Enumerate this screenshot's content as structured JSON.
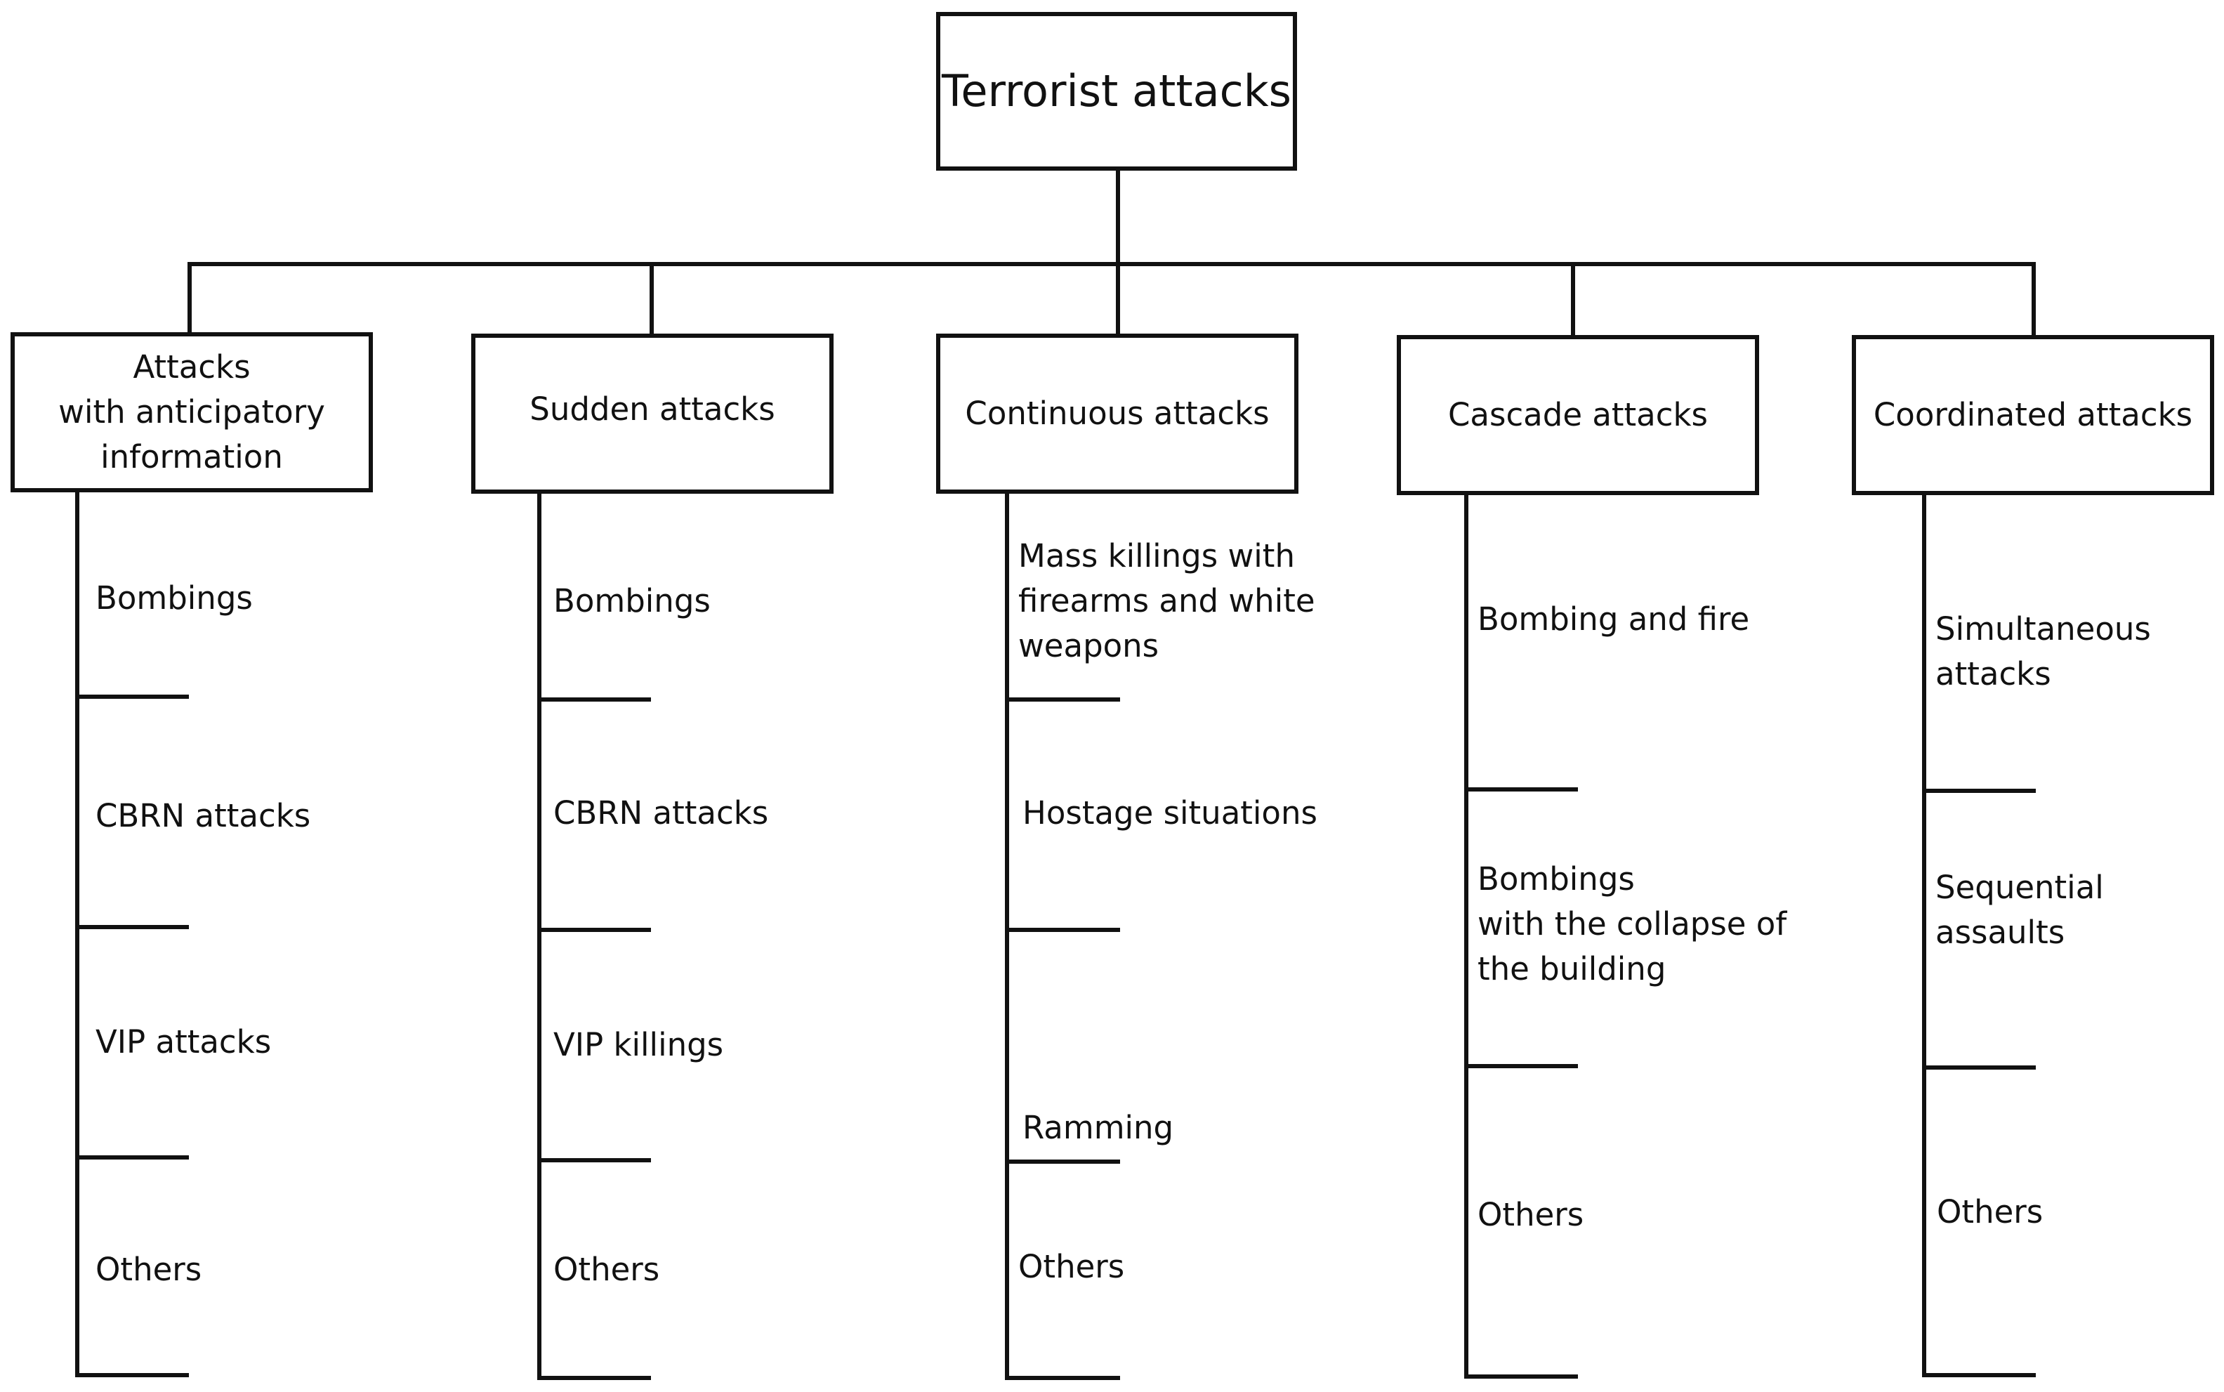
{
  "root": {
    "label": "Terrorist attacks"
  },
  "categories": [
    {
      "label": "Attacks\nwith anticipatory\ninformation",
      "items": [
        "Bombings",
        "CBRN attacks",
        "VIP attacks",
        "Others"
      ]
    },
    {
      "label": "Sudden attacks",
      "items": [
        "Bombings",
        "CBRN attacks",
        "VIP killings",
        "Others"
      ]
    },
    {
      "label": "Continuous  attacks",
      "items": [
        "Mass killings with\nfirearms and white\nweapons",
        "Hostage situations",
        "Ramming",
        "Others"
      ]
    },
    {
      "label": "Cascade attacks",
      "items": [
        "Bombing and fire",
        "Bombings\nwith the collapse of\nthe building",
        "Others"
      ]
    },
    {
      "label": "Coordinated attacks",
      "items": [
        "Simultaneous\nattacks",
        "Sequential\nassaults",
        "Others"
      ]
    }
  ],
  "colors": {
    "stroke": "#111111",
    "background": "#ffffff",
    "text": "#111111"
  }
}
